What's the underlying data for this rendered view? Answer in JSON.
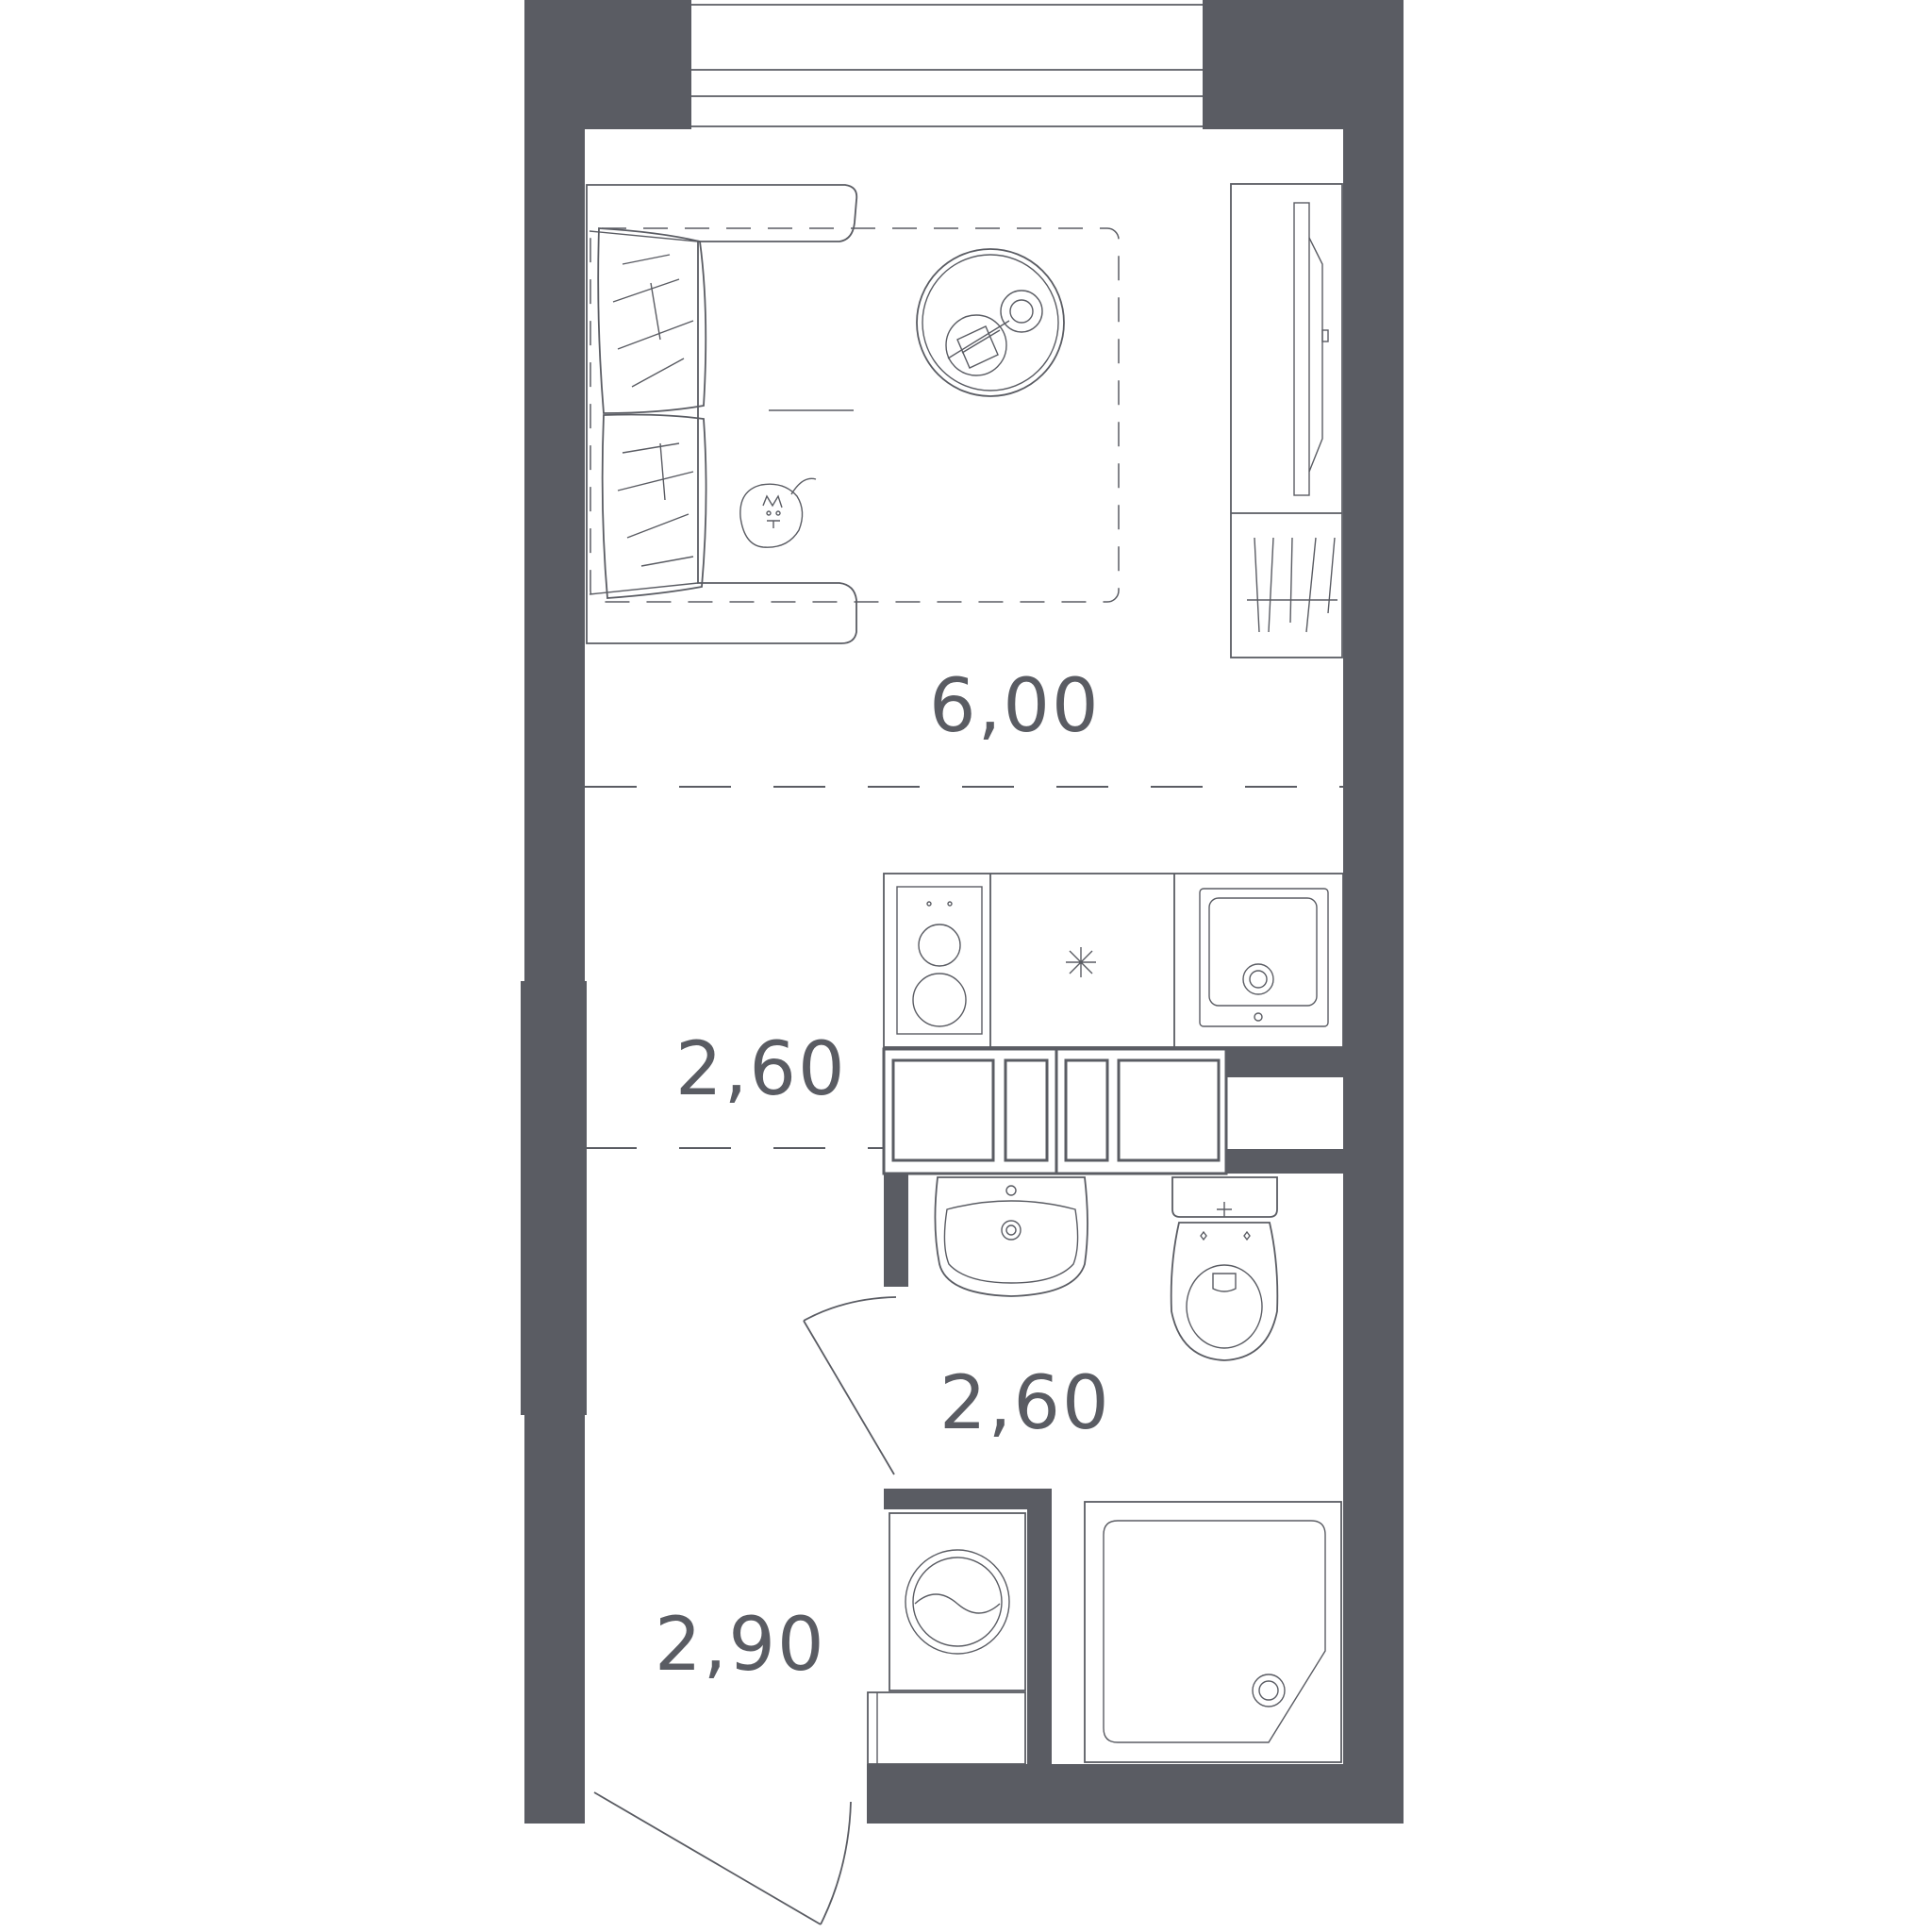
{
  "colors": {
    "wall": "#5a5c63",
    "line": "#5a5c63",
    "background": "#ffffff"
  },
  "areas": {
    "living_room": "6,00",
    "kitchen": "2,60",
    "bathroom": "2,60",
    "hallway": "2,90"
  },
  "icons": [
    "sofa-icon",
    "coffee-table-icon",
    "cat-icon",
    "wardrobe-icon",
    "stove-icon",
    "sink-icon",
    "washbasin-icon",
    "toilet-icon",
    "shower-tray-icon",
    "washing-machine-icon",
    "entry-door-icon",
    "bathroom-door-icon",
    "window-icon"
  ]
}
